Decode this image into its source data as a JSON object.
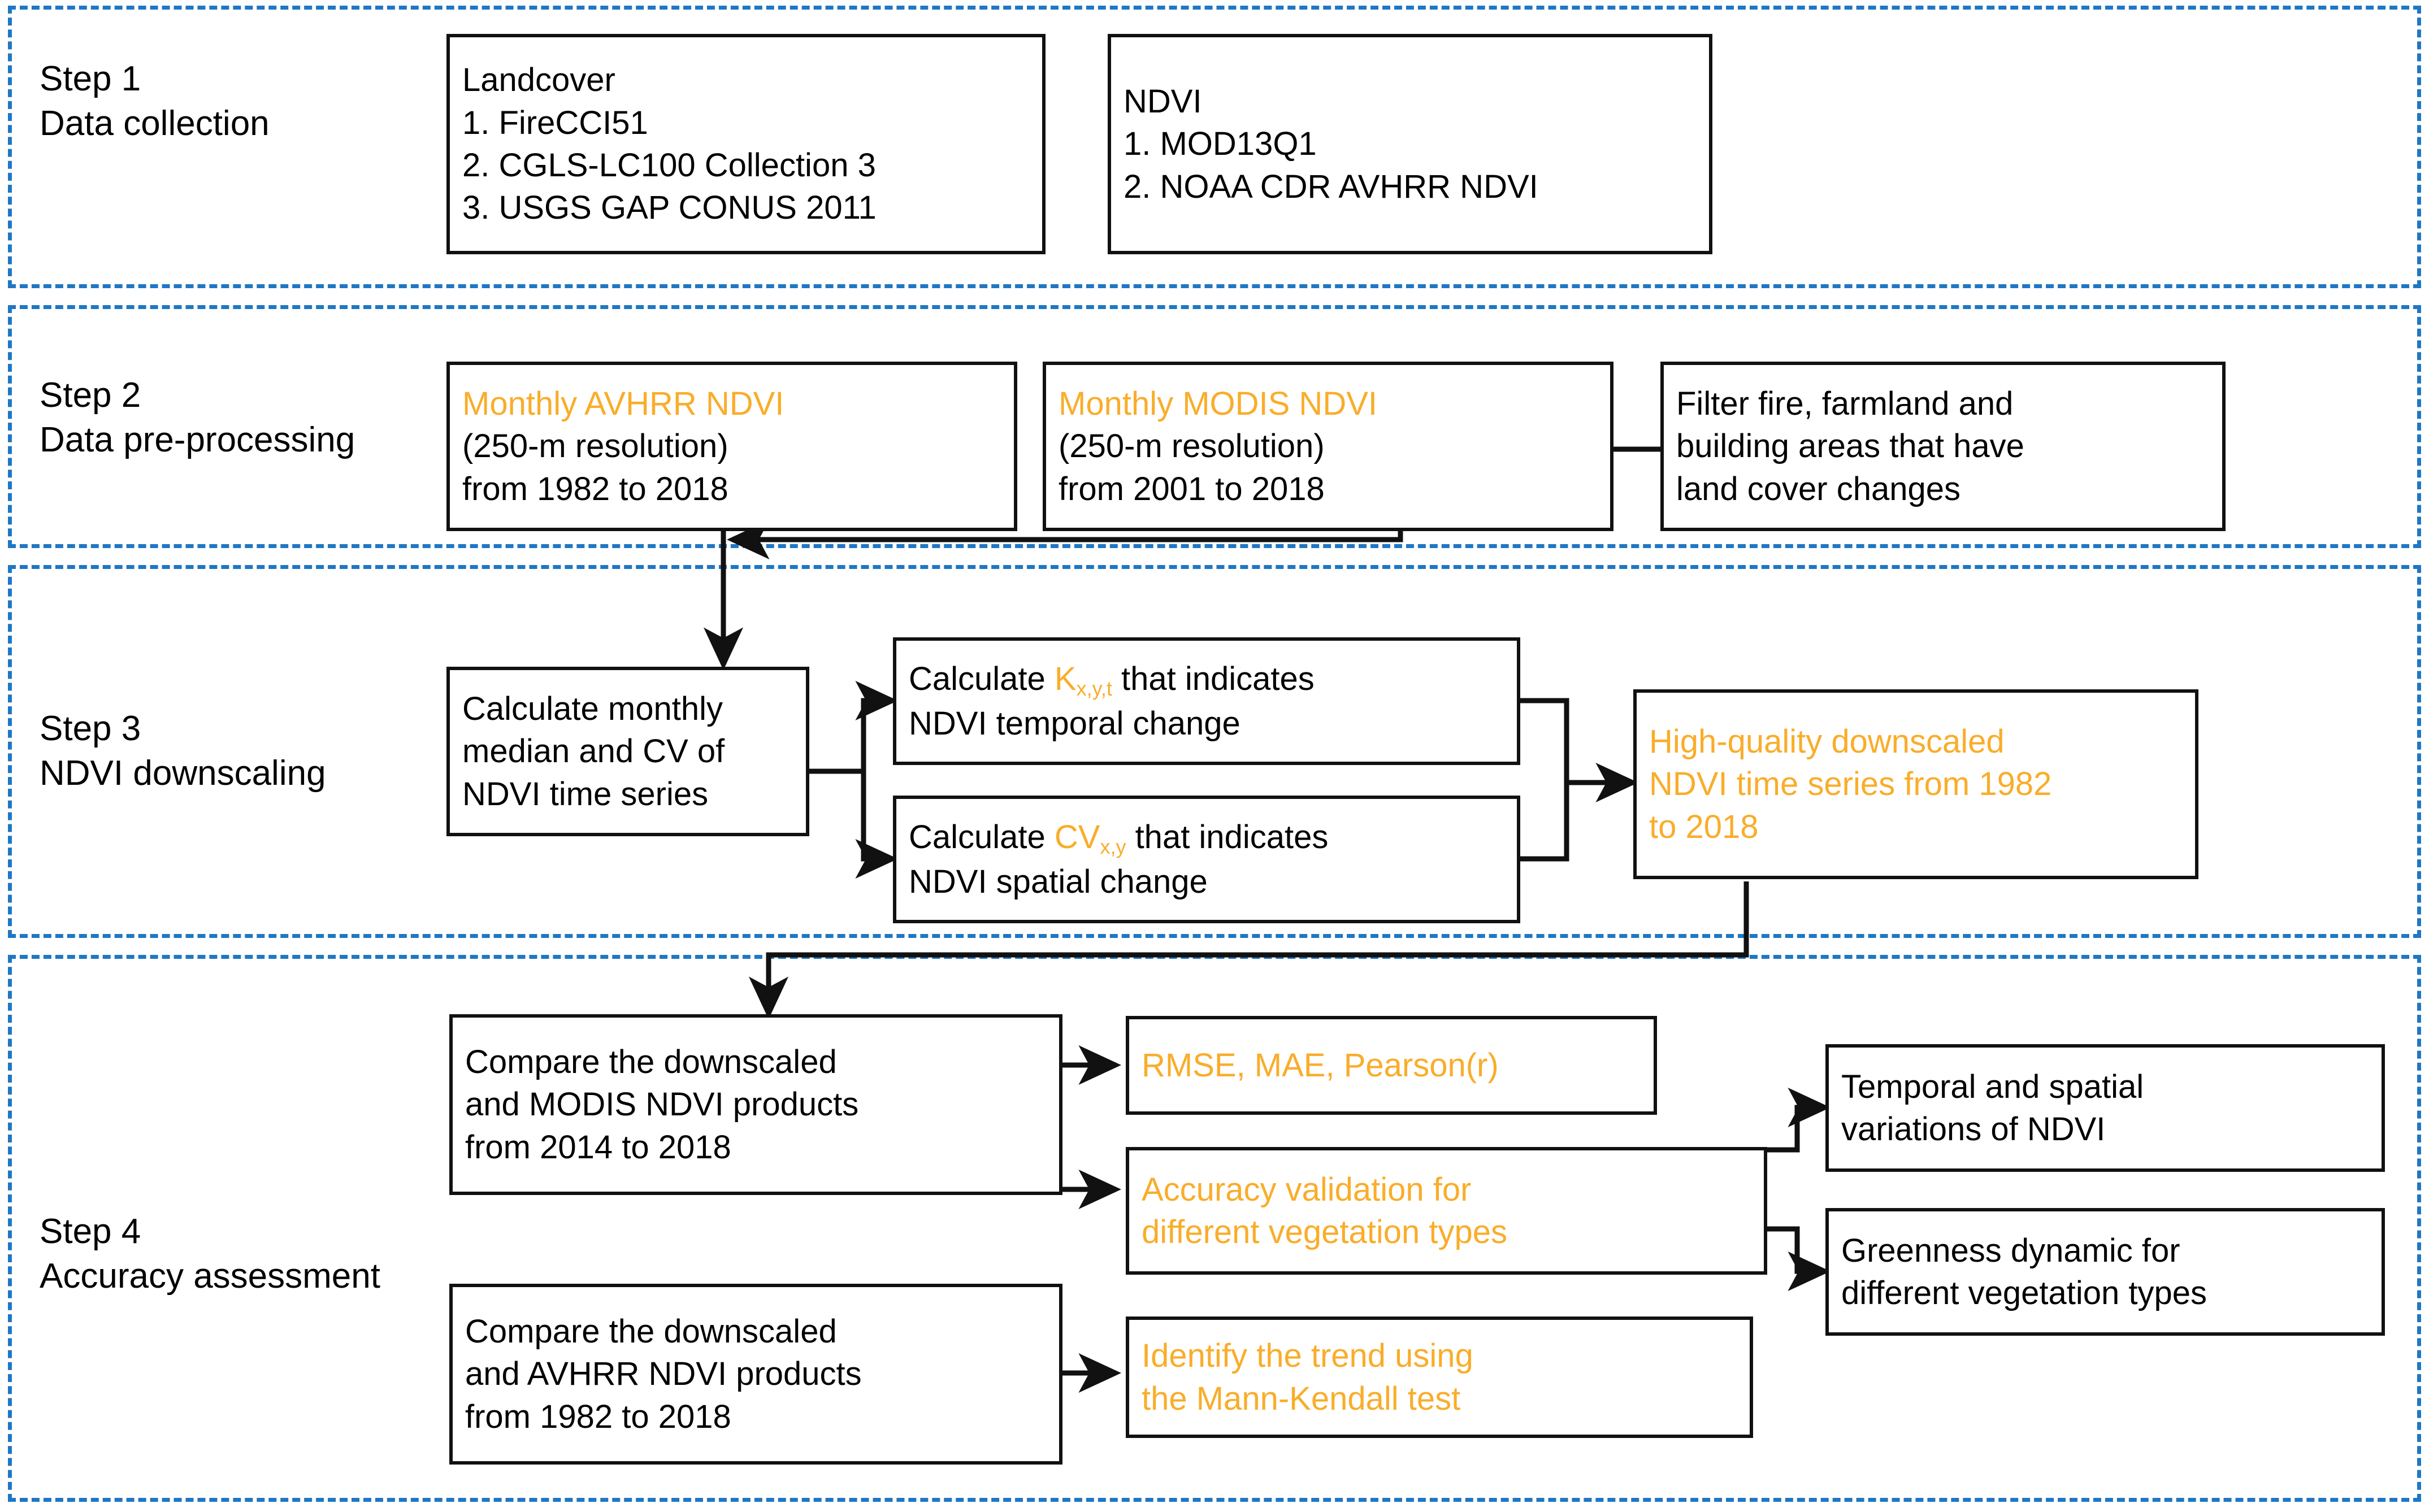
{
  "figure": {
    "type": "flowchart",
    "band_color": "#1f77c4",
    "highlight_color": "#f9ad2a",
    "box_border_color": "#111111"
  },
  "steps": [
    {
      "id": "step1",
      "label": "Step 1\nData collection"
    },
    {
      "id": "step2",
      "label": "Step 2\nData pre-processing"
    },
    {
      "id": "step3",
      "label": "Step 3\nNDVI downscaling"
    },
    {
      "id": "step4",
      "label": "Step 4\nAccuracy assessment"
    }
  ],
  "boxes": {
    "landcover": {
      "l1": "Landcover",
      "l2": "1. FireCCI51",
      "l3": "2. CGLS-LC100 Collection 3",
      "l4": "3. USGS GAP CONUS 2011"
    },
    "ndvi_sources": {
      "l1": "NDVI",
      "l2": "1. MOD13Q1",
      "l3": "2. NOAA CDR AVHRR NDVI"
    },
    "avhrr": {
      "l1": "Monthly AVHRR NDVI",
      "l2": "(250-m resolution)",
      "l3": "from 1982 to 2018"
    },
    "modis": {
      "l1": "Monthly MODIS NDVI",
      "l2": "(250-m resolution)",
      "l3": "from 2001 to 2018"
    },
    "filter": {
      "l1": "Filter fire, farmland and",
      "l2": "building areas that have",
      "l3": "land cover changes"
    },
    "median_cv": {
      "l1": "Calculate monthly",
      "l2": "median and CV of",
      "l3": "NDVI time series"
    },
    "k_temporal": {
      "pre": "Calculate ",
      "sym": "K",
      "sub": "x,y,t",
      "post": " that indicates",
      "l2": "NDVI temporal change"
    },
    "cv_spatial": {
      "pre": "Calculate ",
      "sym": "CV",
      "sub": "x,y",
      "post": " that indicates",
      "l2": "NDVI spatial change"
    },
    "high_quality": {
      "l1": "High-quality downscaled",
      "l2": "NDVI time series from 1982",
      "l3": "to 2018"
    },
    "compare_modis": {
      "l1": "Compare the downscaled",
      "l2": "and MODIS NDVI products",
      "l3": "from 2014 to 2018"
    },
    "compare_avhrr": {
      "l1": "Compare the downscaled",
      "l2": "and AVHRR NDVI products",
      "l3": "from 1982 to 2018"
    },
    "metrics": {
      "l1": "RMSE, MAE, Pearson(r)"
    },
    "accuracy_validation": {
      "l1": "Accuracy validation for",
      "l2": "different vegetation types"
    },
    "mann_kendall": {
      "l1": "Identify the trend using",
      "l2": "the Mann-Kendall test"
    },
    "temporal_spatial": {
      "l1": "Temporal and spatial",
      "l2": "variations of NDVI"
    },
    "greenness": {
      "l1": "Greenness dynamic for",
      "l2": "different vegetation types"
    }
  }
}
